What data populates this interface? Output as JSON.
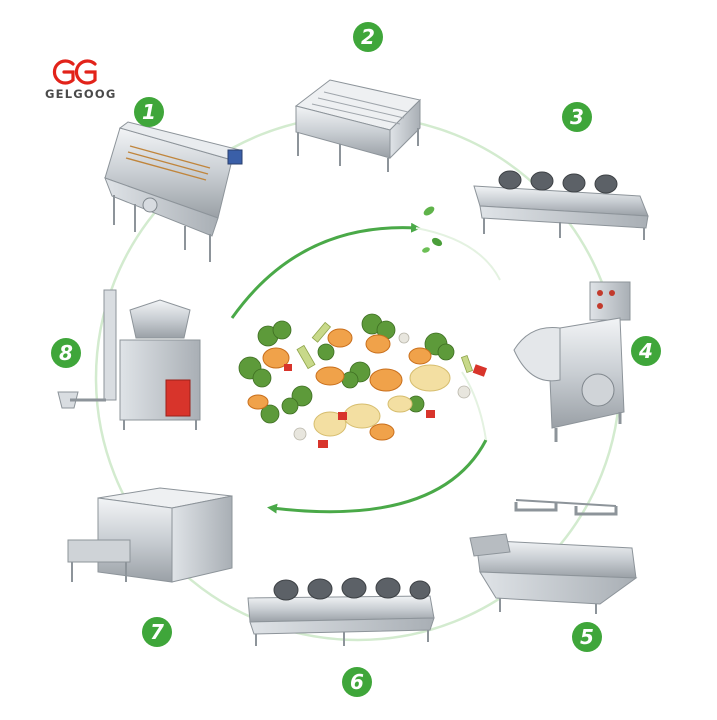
{
  "brand": {
    "name": "GELGOOG",
    "logo_color": "#e2231a"
  },
  "accent_color": "#3fa63a",
  "center_image": "frozen-mixed-vegetables",
  "steps": [
    {
      "number": "1",
      "machine": "bubble-washing-machine"
    },
    {
      "number": "2",
      "machine": "peeling-machine"
    },
    {
      "number": "3",
      "machine": "air-drying-machine"
    },
    {
      "number": "4",
      "machine": "vegetable-cutting-machine"
    },
    {
      "number": "5",
      "machine": "blanching-machine"
    },
    {
      "number": "6",
      "machine": "air-cooling-dewatering-machine"
    },
    {
      "number": "7",
      "machine": "tunnel-quick-freezer"
    },
    {
      "number": "8",
      "machine": "vertical-packing-machine"
    }
  ]
}
